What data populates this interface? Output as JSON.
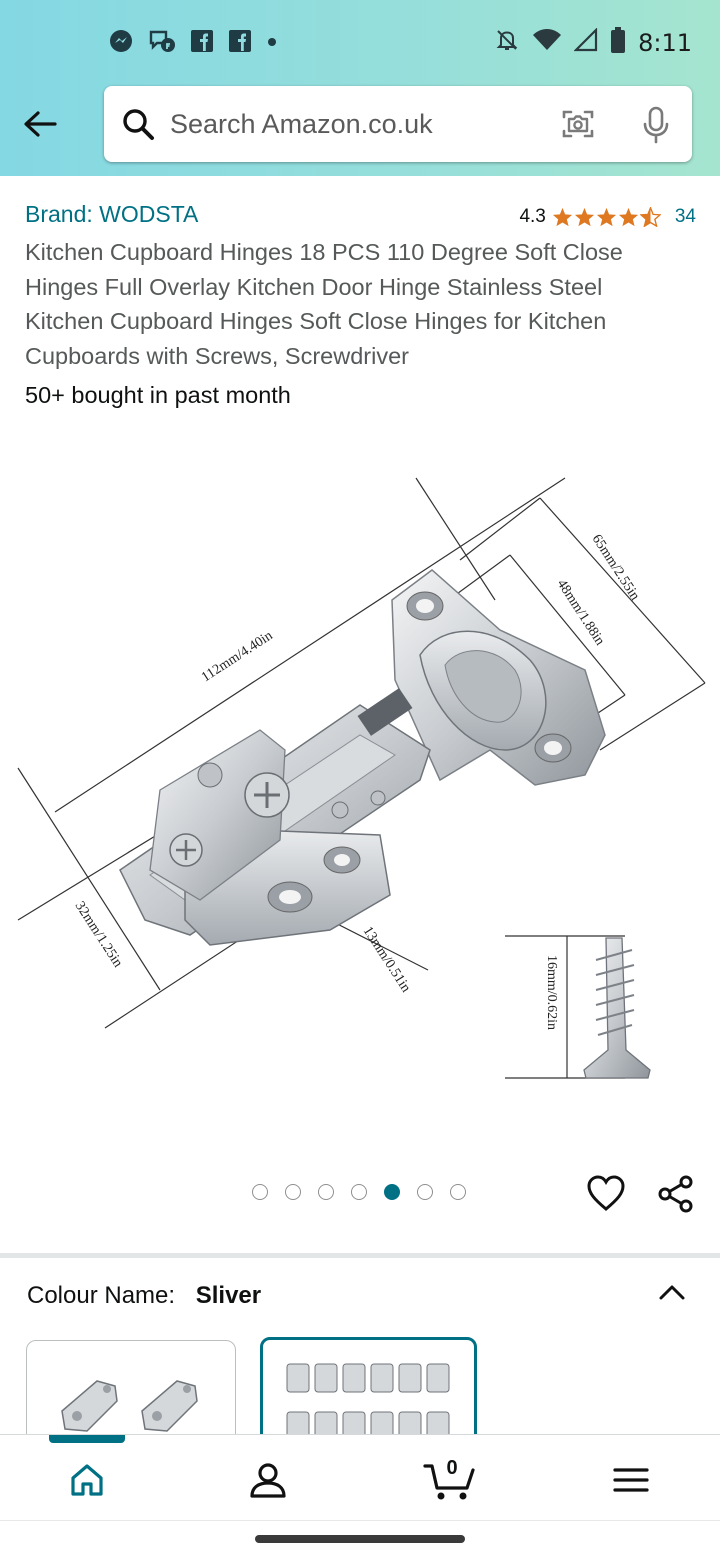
{
  "status_bar": {
    "time": "8:11",
    "left_icons": [
      "messenger-icon",
      "chat-icon",
      "facebook-icon",
      "facebook-icon",
      "dot-icon"
    ],
    "right_icons": [
      "mute-icon",
      "wifi-icon",
      "signal-icon",
      "battery-icon"
    ]
  },
  "header": {
    "search_placeholder": "Search Amazon.co.uk",
    "back_icon": "back-arrow-icon",
    "search_icon": "search-icon",
    "camera_icon": "camera-icon",
    "mic_icon": "microphone-icon",
    "gradient_colors": [
      "#84d8e3",
      "#a5e5cf"
    ]
  },
  "product": {
    "brand": "Brand: WODSTA",
    "rating_value": "4.3",
    "rating_stars": 4.3,
    "rating_count": "34",
    "title": "Kitchen Cupboard Hinges 18 PCS 110 Degree Soft Close Hinges Full Overlay Kitchen Door Hinge Stainless Steel Kitchen Cupboard Hinges Soft Close Hinges for Kitchen Cupboards with Screws, Screwdriver",
    "bought": "50+ bought in past month"
  },
  "image": {
    "labels": {
      "length": "112mm/4.40in",
      "width_outer": "65mm/2.55in",
      "width_inner": "48mm/1.88in",
      "depth": "32mm/1.25in",
      "hole": "13mm/0.51in",
      "screw": "16mm/0.62in"
    }
  },
  "carousel": {
    "count": 7,
    "active_index": 4,
    "wishlist_icon": "heart-icon",
    "share_icon": "share-icon"
  },
  "variation": {
    "label": "Colour Name:",
    "value": "Sliver"
  },
  "bottom_nav": {
    "items": [
      "home-icon",
      "account-icon",
      "cart-icon",
      "menu-icon"
    ],
    "cart_count": "0",
    "active": "home"
  },
  "colors": {
    "link": "#007185",
    "star": "#de7921",
    "text": "#0f1111",
    "muted": "#565959"
  }
}
